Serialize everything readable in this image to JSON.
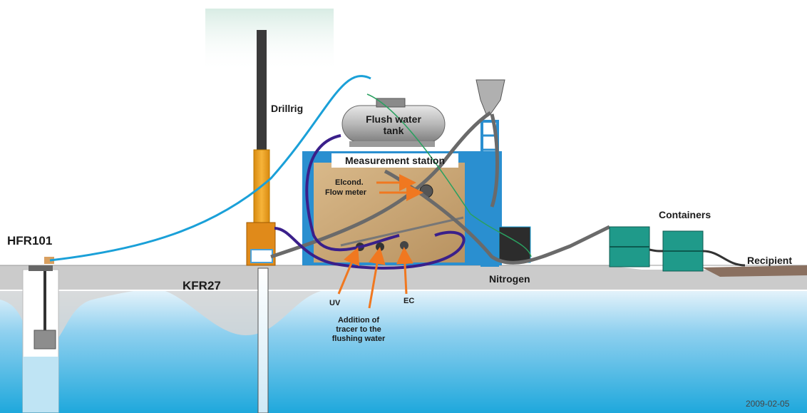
{
  "labels": {
    "hfr101": "HFR101",
    "drillrig": "Drillrig",
    "kfr27": "KFR27",
    "flush_tank_line1": "Flush water",
    "flush_tank_line2": "tank",
    "measurement_station": "Measurement station",
    "elcond": "Elcond.",
    "flow_meter": "Flow meter",
    "containers": "Containers",
    "recipient": "Recipient",
    "nitrogen": "Nitrogen",
    "uv": "UV",
    "ec": "EC",
    "addition_line1": "Addition of",
    "addition_line2": "tracer to the",
    "addition_line3": "flushing water",
    "date": "2009-02-05"
  },
  "colors": {
    "ground_surface": "#c8c8c8",
    "water": "#3fb3df",
    "station_frame": "#2a8fd0",
    "orange_casing": "#f0a020",
    "container_green": "#1f9a8a",
    "arrow_orange": "#f07820",
    "hose_blue": "#1aa0d8",
    "hose_purple": "#3a1f8a"
  }
}
